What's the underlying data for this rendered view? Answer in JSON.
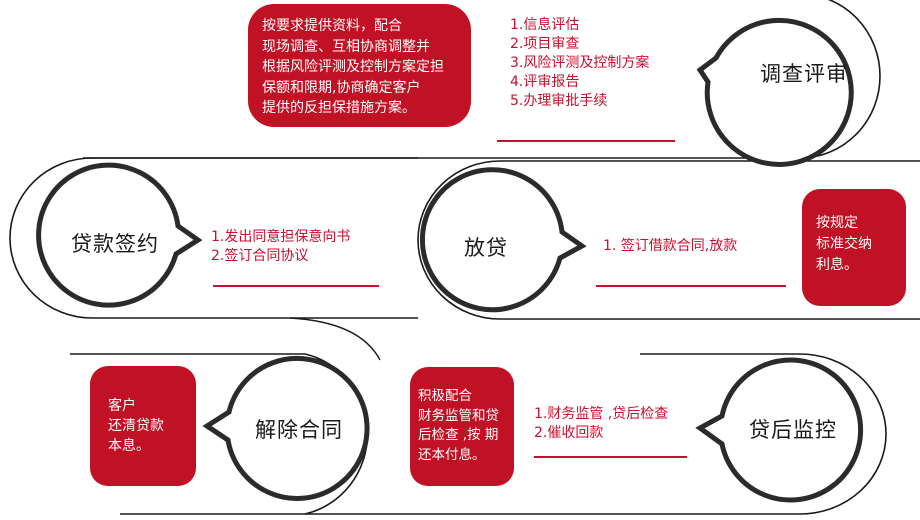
{
  "colors": {
    "accent_red": "#c11225",
    "step_text_red": "#c8102e",
    "outline": "#2b2b2b",
    "label_text": "#1a1a1a",
    "background": "#ffffff"
  },
  "flow": {
    "direction": "serpentine: 调查评审 → 贷款签约 → 放贷 → 贷后监控 → 解除合同",
    "nodes": [
      {
        "id": "investigation",
        "label": "调查评审",
        "steps": [
          "1.信息评估",
          "2.项目审查",
          "3.风险评测及控制方案",
          "4.评审报告",
          "5.办理审批手续"
        ],
        "note": "按要求提供资料，配合现场调查、互相协商调整并根据风险评测及控制方案定担保额和限期,协商确定客户提供的反担保措施方案。"
      },
      {
        "id": "signing",
        "label": "贷款签约",
        "steps": [
          "1.发出同意担保意向书",
          "2.签订合同协议"
        ]
      },
      {
        "id": "disbursement",
        "label": "放贷",
        "steps": [
          "1. 签订借款合同,放款"
        ],
        "note": "按规定标准交纳利息。"
      },
      {
        "id": "monitoring",
        "label": "贷后监控",
        "steps": [
          "1.财务监管 ,贷后检查",
          "2.催收回款"
        ],
        "note": "积极配合财务监管和贷后检查 ,按 期还本付息。"
      },
      {
        "id": "termination",
        "label": "解除合同",
        "note": "客户还清贷款本息。"
      }
    ]
  },
  "notes_display": {
    "investigation": "        按要求提供资料，配合\n现场调查、互相协商调整并\n根据风险评测及控制方案定担\n保额和限期,协商确定客户\n提供的反担保措施方案。",
    "disbursement": "        按规定\n标准交纳\n利息。",
    "monitoring": "        积极配合\n财务监管和贷\n后检查 ,按 期\n还本付息。",
    "termination": "        客户\n还清贷款\n本息。"
  }
}
